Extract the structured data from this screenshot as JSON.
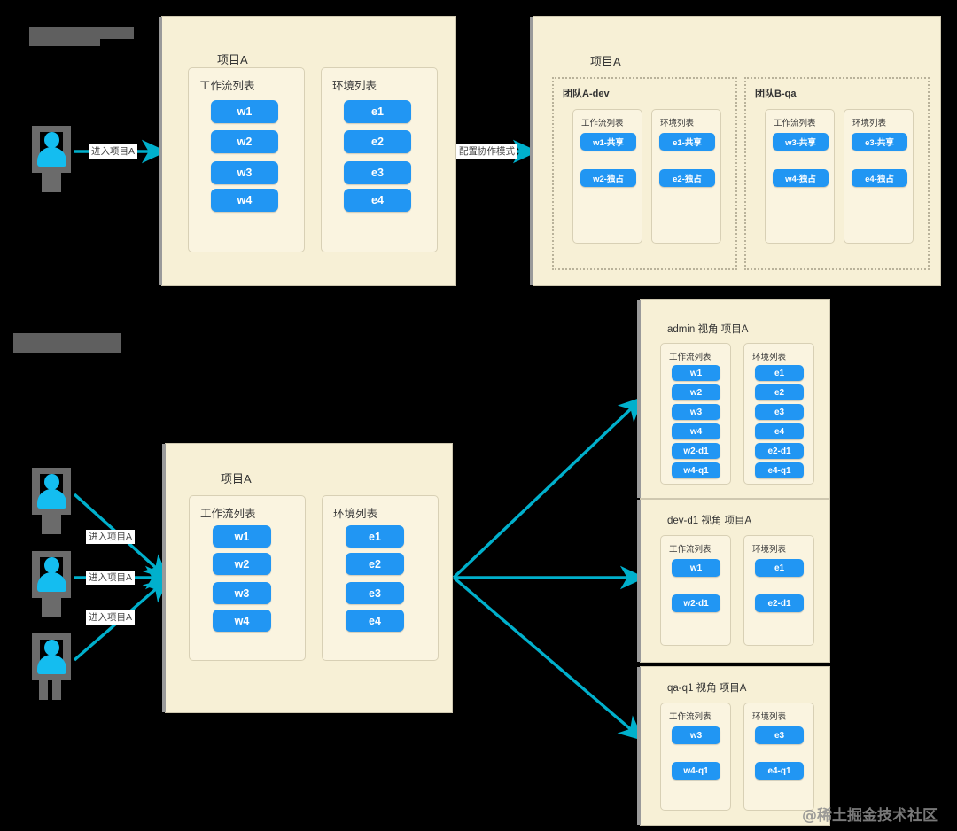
{
  "meta": {
    "watermark": "@稀土掘金技术社区"
  },
  "labels": {
    "project_a": "项目A",
    "workflow_list": "工作流列表",
    "env_list": "环境列表",
    "enter_project": "进入项目A",
    "configure_collab": "配置协作模式",
    "view_suffix": "视角"
  },
  "sections": [
    {
      "id": "section-top",
      "title_redacted": true,
      "title": ""
    },
    {
      "id": "section-bottom",
      "title_redacted": true,
      "title": ""
    }
  ],
  "top": {
    "actor": {
      "name": "user-avatar",
      "redacted": true
    },
    "arrow_label": "进入项目A",
    "project_before": {
      "title": "项目A",
      "lists": [
        {
          "title": "工作流列表",
          "items": [
            "w1",
            "w2",
            "w3",
            "w4"
          ]
        },
        {
          "title": "环境列表",
          "items": [
            "e1",
            "e2",
            "e3",
            "e4"
          ]
        }
      ]
    },
    "transition_label": "配置协作模式",
    "project_after": {
      "title": "项目A",
      "teams": [
        {
          "name": "团队A-dev",
          "lists": [
            {
              "title": "工作流列表",
              "items": [
                "w1-共享",
                "w2-独占"
              ]
            },
            {
              "title": "环境列表",
              "items": [
                "e1-共享",
                "e2-独占"
              ]
            }
          ]
        },
        {
          "name": "团队B-qa",
          "lists": [
            {
              "title": "工作流列表",
              "items": [
                "w3-共享",
                "w4-独占"
              ]
            },
            {
              "title": "环境列表",
              "items": [
                "e3-共享",
                "e4-独占"
              ]
            }
          ]
        }
      ]
    }
  },
  "bottom": {
    "actors": [
      {
        "name": "user-avatar-1",
        "arrow_label": "进入项目A",
        "redacted": true
      },
      {
        "name": "user-avatar-2",
        "arrow_label": "进入项目A",
        "redacted": true
      },
      {
        "name": "user-avatar-3",
        "arrow_label": "进入项目A",
        "redacted": true
      }
    ],
    "project": {
      "title": "项目A",
      "lists": [
        {
          "title": "工作流列表",
          "items": [
            "w1",
            "w2",
            "w3",
            "w4"
          ]
        },
        {
          "title": "环境列表",
          "items": [
            "e1",
            "e2",
            "e3",
            "e4"
          ]
        }
      ]
    },
    "views": [
      {
        "title": "admin 视角  项目A",
        "role": "admin",
        "lists": [
          {
            "title": "工作流列表",
            "items": [
              "w1",
              "w2",
              "w3",
              "w4",
              "w2-d1",
              "w4-q1"
            ]
          },
          {
            "title": "环境列表",
            "items": [
              "e1",
              "e2",
              "e3",
              "e4",
              "e2-d1",
              "e4-q1"
            ]
          }
        ]
      },
      {
        "title": "dev-d1 视角  项目A",
        "role": "dev-d1",
        "lists": [
          {
            "title": "工作流列表",
            "items": [
              "w1",
              "w2-d1"
            ]
          },
          {
            "title": "环境列表",
            "items": [
              "e1",
              "e2-d1"
            ]
          }
        ]
      },
      {
        "title": "qa-q1 视角  项目A",
        "role": "qa-q1",
        "lists": [
          {
            "title": "工作流列表",
            "items": [
              "w3",
              "w4-q1"
            ]
          },
          {
            "title": "环境列表",
            "items": [
              "e3",
              "e4-q1"
            ]
          }
        ]
      }
    ]
  },
  "colors": {
    "pill": "#2196f3",
    "panel_bg": "#f7f0d6",
    "listbox_bg": "#faf4e0",
    "arrow": "#00b0cc",
    "redaction": "#5f5f5f",
    "person": "#14bdf0"
  }
}
